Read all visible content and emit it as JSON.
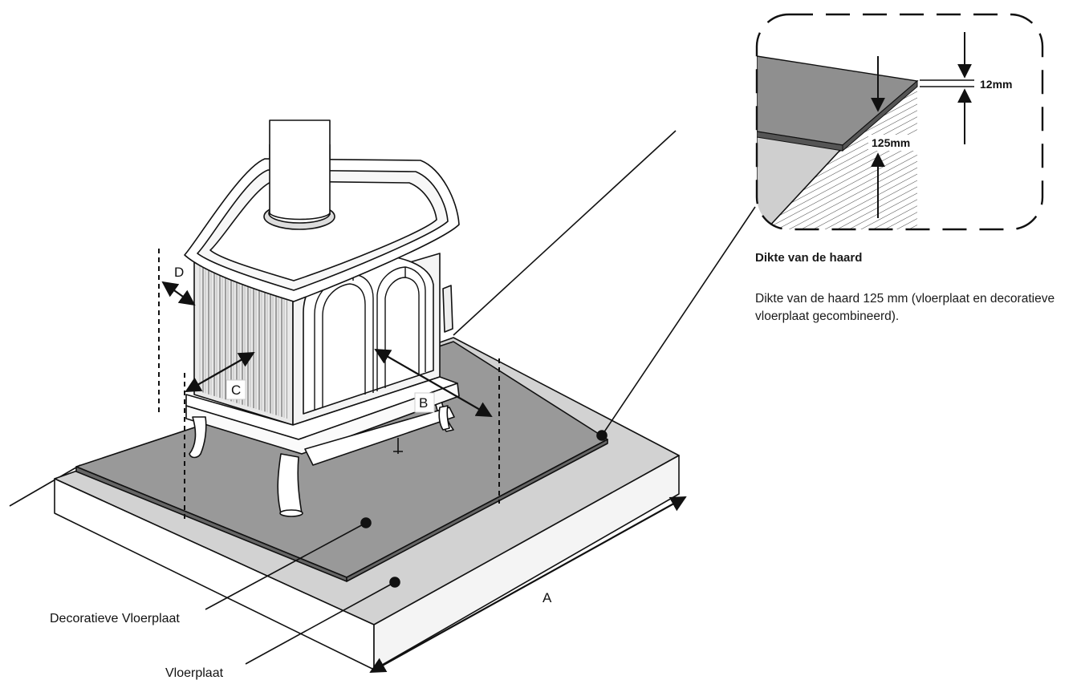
{
  "detail": {
    "title": "Dikte van de haard",
    "description": "Dikte van de haard 125 mm (vloerplaat en decoratieve vloerplaat gecombineerd).",
    "thickness_top": "12mm",
    "thickness_total": "125mm"
  },
  "labels": {
    "decorative_plate": "Decoratieve Vloerplaat",
    "floor_plate": "Vloerplaat"
  },
  "dimensions": {
    "a": "A",
    "b": "B",
    "c": "C",
    "d": "D"
  },
  "colors": {
    "plate_top": "#999999",
    "hearth_top": "#d2d2d2",
    "stove": "#ffffff",
    "line": "#111111"
  }
}
